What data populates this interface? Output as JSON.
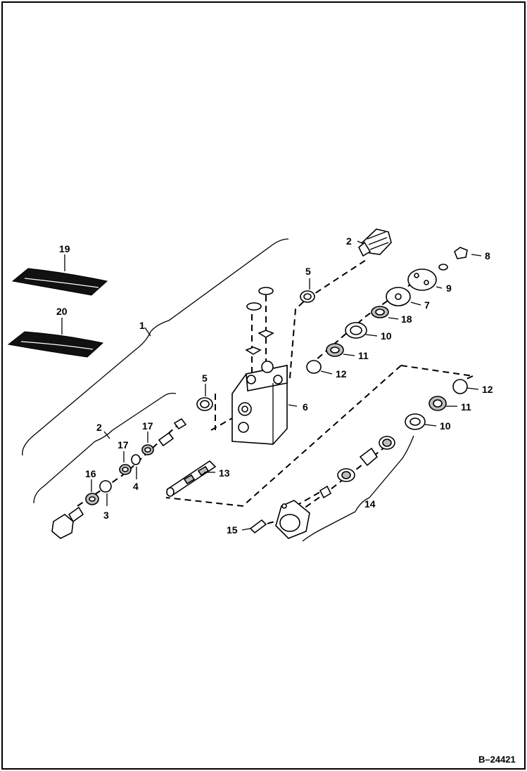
{
  "figure": {
    "id": "B–24421",
    "callouts": [
      {
        "key": "c1",
        "text": "1"
      },
      {
        "key": "c2a",
        "text": "2"
      },
      {
        "key": "c2b",
        "text": "2"
      },
      {
        "key": "c3",
        "text": "3"
      },
      {
        "key": "c4",
        "text": "4"
      },
      {
        "key": "c5a",
        "text": "5"
      },
      {
        "key": "c5b",
        "text": "5"
      },
      {
        "key": "c6",
        "text": "6"
      },
      {
        "key": "c7",
        "text": "7"
      },
      {
        "key": "c8",
        "text": "8"
      },
      {
        "key": "c9",
        "text": "9"
      },
      {
        "key": "c10a",
        "text": "10"
      },
      {
        "key": "c10b",
        "text": "10"
      },
      {
        "key": "c11a",
        "text": "11"
      },
      {
        "key": "c11b",
        "text": "11"
      },
      {
        "key": "c12a",
        "text": "12"
      },
      {
        "key": "c12b",
        "text": "12"
      },
      {
        "key": "c13",
        "text": "13"
      },
      {
        "key": "c14",
        "text": "14"
      },
      {
        "key": "c15",
        "text": "15"
      },
      {
        "key": "c16",
        "text": "16"
      },
      {
        "key": "c17a",
        "text": "17"
      },
      {
        "key": "c17b",
        "text": "17"
      },
      {
        "key": "c18",
        "text": "18"
      },
      {
        "key": "c19",
        "text": "19"
      },
      {
        "key": "c20",
        "text": "20"
      }
    ]
  }
}
